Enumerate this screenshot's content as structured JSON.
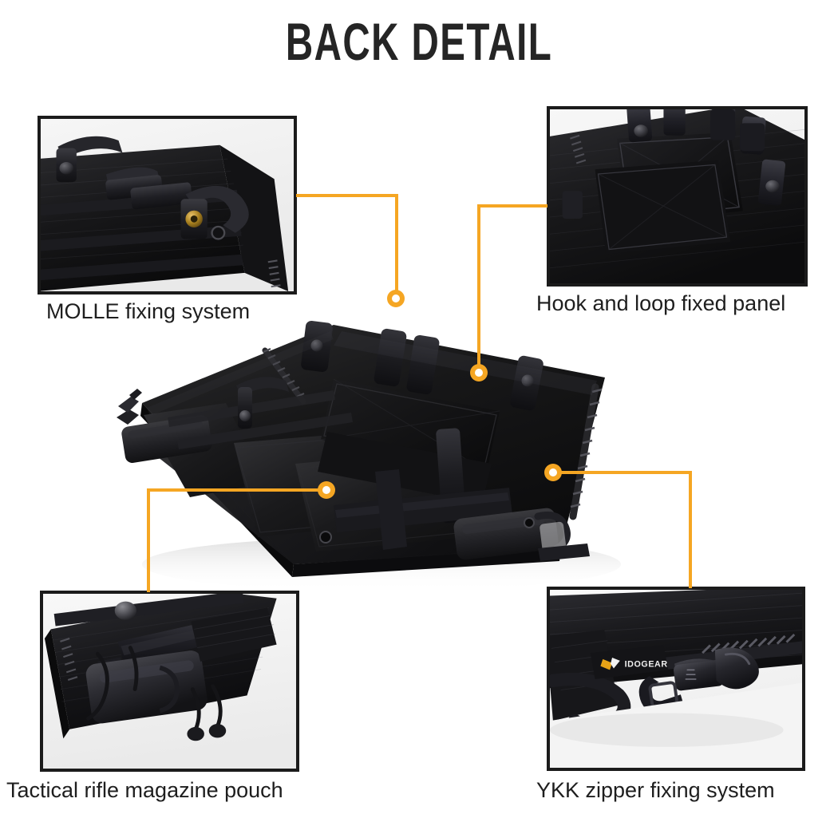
{
  "page": {
    "title": "BACK DETAIL",
    "background_color": "#ffffff",
    "accent_color": "#F5A623",
    "text_color": "#1e1e1e",
    "frame_border_color": "#1b1b1b"
  },
  "product": {
    "name": "tactical-plate-carrier-vest",
    "brand_label": "IDOGEAR",
    "view": "back"
  },
  "callouts": [
    {
      "id": "molle",
      "caption": "MOLLE fixing system",
      "position": "top-left",
      "marker_label": "molle-marker"
    },
    {
      "id": "hook-loop",
      "caption": "Hook and loop fixed panel",
      "position": "top-right",
      "marker_label": "hook-loop-marker"
    },
    {
      "id": "magazine-pouch",
      "caption": "Tactical rifle magazine pouch",
      "position": "bottom-left",
      "marker_label": "magazine-pouch-marker"
    },
    {
      "id": "ykk-zipper",
      "caption": "YKK zipper fixing system",
      "position": "bottom-right",
      "marker_label": "ykk-zipper-marker"
    }
  ]
}
